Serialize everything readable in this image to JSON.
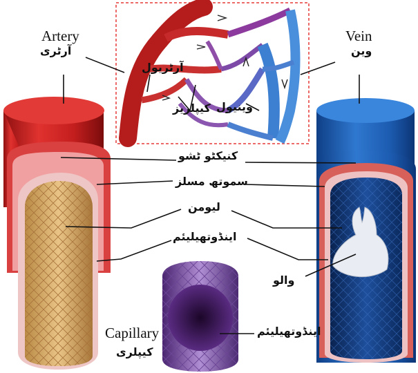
{
  "labels": {
    "artery_en": "Artery",
    "artery_ur": "آرٹری",
    "vein_en": "Vein",
    "vein_ur": "وین",
    "arteriole_ur": "آرٹریول",
    "capillaries_ur": "کیپلریز",
    "venule_ur": "وینیول",
    "connective_tissue_ur": "کنیکٹو ٹشو",
    "smooth_muscles_ur": "سموتھ مسلز",
    "lumen_ur": "لیومن",
    "endothelium_ur": "اینڈوتھیلیئم",
    "valve_ur": "والو",
    "capillary_endothelium_ur": "اینڈوتھیلیئم",
    "capillary_en": "Capillary",
    "capillary_ur": "کیپلری"
  },
  "colors": {
    "artery": "#d7262a",
    "vein": "#1f63b3",
    "capillary": "#7a4fa0",
    "inset_border": "#e53935"
  }
}
